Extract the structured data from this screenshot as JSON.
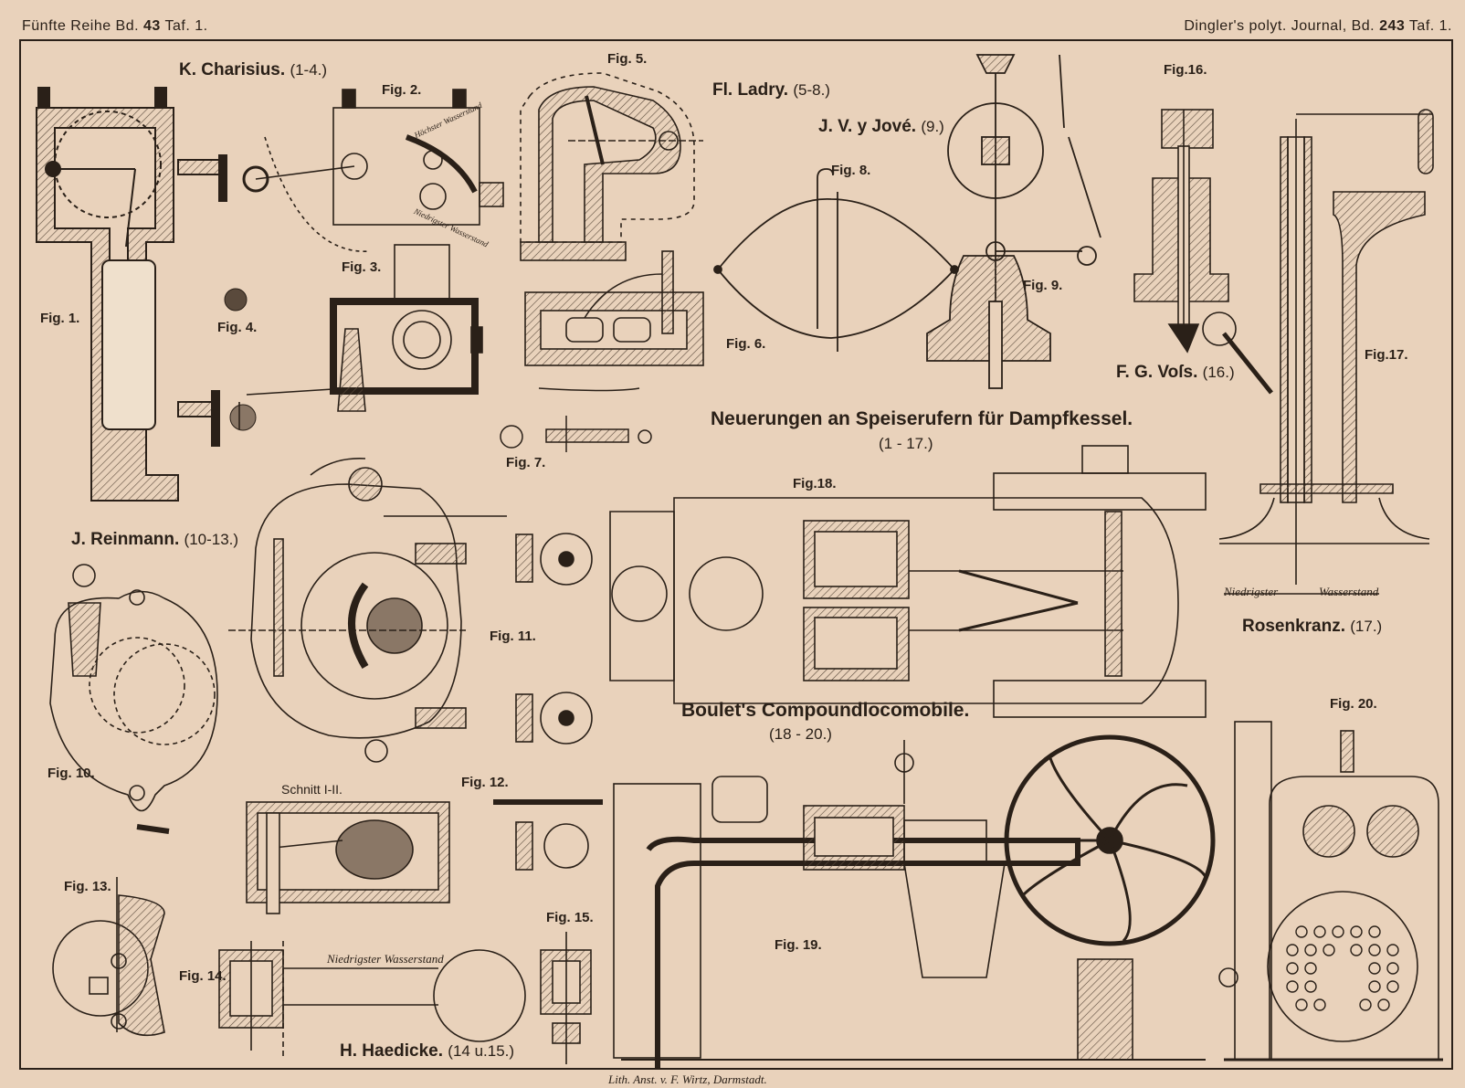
{
  "header": {
    "left_prefix": "Fünfte Reihe Bd.",
    "left_volume": "43",
    "left_plate": "Taf. 1.",
    "right_prefix": "Dingler's polyt. Journal, Bd.",
    "right_volume": "243",
    "right_plate": "Taf. 1."
  },
  "title": {
    "main": "Neuerungen an Speiserufern für Dampfkessel.",
    "range": "(1 - 17.)"
  },
  "subtitle": {
    "main": "Boulet's Compoundlocomobile.",
    "range": "(18 - 20.)"
  },
  "authors": [
    {
      "name": "K. Charisius.",
      "range": "(1-4.)"
    },
    {
      "name": "Fl. Ladry.",
      "range": "(5-8.)"
    },
    {
      "name": "J. V. y Jové.",
      "range": "(9.)"
    },
    {
      "name": "F. G. Voſs.",
      "range": "(16.)"
    },
    {
      "name": "J. Reinmann.",
      "range": "(10-13.)"
    },
    {
      "name": "Rosenkranz.",
      "range": "(17.)"
    },
    {
      "name": "H. Haedicke.",
      "range": "(14 u.15.)"
    }
  ],
  "figures": {
    "fig1": "Fig. 1.",
    "fig2": "Fig. 2.",
    "fig3": "Fig. 3.",
    "fig4": "Fig. 4.",
    "fig5": "Fig. 5.",
    "fig6": "Fig. 6.",
    "fig7": "Fig. 7.",
    "fig8": "Fig. 8.",
    "fig9": "Fig. 9.",
    "fig10": "Fig. 10.",
    "fig11": "Fig. 11.",
    "fig12": "Fig. 12.",
    "fig13": "Fig. 13.",
    "fig14": "Fig. 14.",
    "fig15": "Fig. 15.",
    "fig16": "Fig.16.",
    "fig17": "Fig.17.",
    "fig18": "Fig.18.",
    "fig19": "Fig. 19.",
    "fig20": "Fig. 20."
  },
  "annotations": {
    "schnitt": "Schnitt I-II.",
    "niedrigster_14": "Niedrigster Wasserstand",
    "niedrigster_17a": "Niedrigster",
    "niedrigster_17b": "Wasserstand",
    "hoechster": "Höchster Wasserstand",
    "niedrigster_2": "Niedrigster Wasserstand"
  },
  "footer": {
    "lithographer": "Lith. Anst. v. F. Wirtz, Darmstadt."
  },
  "colors": {
    "paper": "#e9d2bb",
    "ink": "#2a2018",
    "hatch": "#5a4a3c",
    "faded": "#a89482"
  }
}
